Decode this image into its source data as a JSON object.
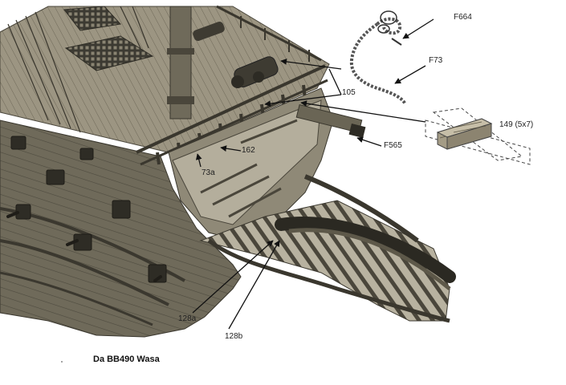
{
  "caption": "Da BB490 Wasa",
  "labels": {
    "f664": "F664",
    "f73": "F73",
    "p105": "105",
    "p149": "149 (5x7)",
    "f565": "F565",
    "p162": "162",
    "p73a": "73a",
    "p128a": "128a",
    "p128b": "128b"
  },
  "colors": {
    "hull_dark": "#4d4a3f",
    "hull_mid": "#7a7565",
    "deck": "#a8a190",
    "background": "#ffffff",
    "arrow": "#111111"
  }
}
